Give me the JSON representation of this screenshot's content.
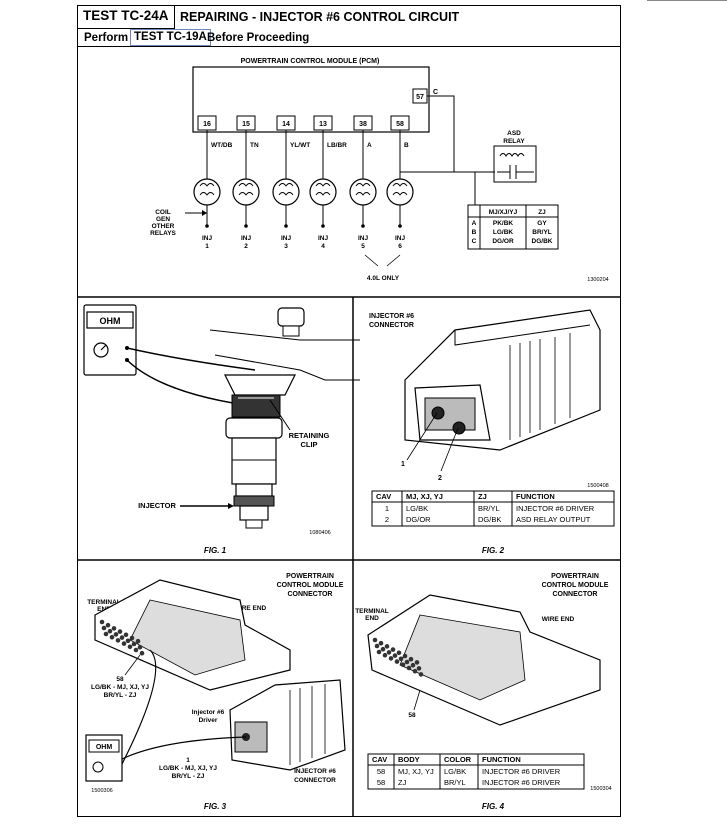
{
  "header": {
    "test_id": "TEST TC-24A",
    "title": "REPAIRING - INJECTOR #6 CONTROL CIRCUIT",
    "perform_prefix": "Perform",
    "perform_link": "TEST TC-19A",
    "perform_suffix": "Before Proceeding"
  },
  "schematic": {
    "pcm_label": "POWERTRAIN CONTROL MODULE (PCM)",
    "pins": [
      "16",
      "15",
      "14",
      "13",
      "38",
      "58"
    ],
    "pin57": "57",
    "pin57_letter": "C",
    "wires": [
      "WT/DB",
      "TN",
      "YL/WT",
      "LB/BR",
      "A",
      "B"
    ],
    "injectors": [
      {
        "name": "INJ",
        "num": "1"
      },
      {
        "name": "INJ",
        "num": "2"
      },
      {
        "name": "INJ",
        "num": "3"
      },
      {
        "name": "INJ",
        "num": "4"
      },
      {
        "name": "INJ",
        "num": "5"
      },
      {
        "name": "INJ",
        "num": "6"
      }
    ],
    "coil_label": [
      "COIL",
      "GEN",
      "OTHER",
      "RELAYS"
    ],
    "dl_only": "4.0L ONLY",
    "asd_relay": [
      "ASD",
      "RELAY"
    ],
    "table": {
      "headers": [
        "MJ/XJ/YJ",
        "ZJ"
      ],
      "rows": [
        {
          "cav": "A",
          "mj": "PK/BK",
          "zj": "GY"
        },
        {
          "cav": "B",
          "mj": "LG/BK",
          "zj": "BR/YL"
        },
        {
          "cav": "C",
          "mj": "DG/OR",
          "zj": "DG/BK"
        }
      ]
    },
    "code": "1300204"
  },
  "fig1": {
    "ohm": "OHM",
    "retaining_clip": [
      "RETAINING",
      "CLIP"
    ],
    "injector": "INJECTOR",
    "code": "1080406",
    "caption": "FIG. 1"
  },
  "fig2": {
    "title": [
      "INJECTOR #6",
      "CONNECTOR"
    ],
    "callouts": [
      "1",
      "2"
    ],
    "code": "1500408",
    "table": {
      "headers": [
        "CAV",
        "MJ, XJ, YJ",
        "ZJ",
        "FUNCTION"
      ],
      "rows": [
        [
          "1",
          "LG/BK",
          "BR/YL",
          "INJECTOR #6 DRIVER"
        ],
        [
          "2",
          "DG/OR",
          "DG/BK",
          "ASD RELAY OUTPUT"
        ]
      ]
    },
    "caption": "FIG. 2"
  },
  "fig3": {
    "title": [
      "POWERTRAIN",
      "CONTROL MODULE",
      "CONNECTOR"
    ],
    "terminal_end": [
      "TERMINAL",
      "END"
    ],
    "wire_end": "WIRE END",
    "pin58": [
      "58",
      "LG/BK - MJ, XJ, YJ",
      "BR/YL - ZJ"
    ],
    "driver": [
      "Injector #6",
      "Driver"
    ],
    "ohm": "OHM",
    "pin1": [
      "1",
      "LG/BK - MJ, XJ, YJ",
      "BR/YL - ZJ"
    ],
    "injector_conn": [
      "INJECTOR #6",
      "CONNECTOR"
    ],
    "code": "1500306",
    "caption": "FIG. 3"
  },
  "fig4": {
    "title": [
      "POWERTRAIN",
      "CONTROL MODULE",
      "CONNECTOR"
    ],
    "terminal_end": [
      "TERMINAL",
      "END"
    ],
    "wire_end": "WIRE END",
    "pin58": "58",
    "table": {
      "headers": [
        "CAV",
        "BODY",
        "COLOR",
        "FUNCTION"
      ],
      "rows": [
        [
          "58",
          "MJ, XJ, YJ",
          "LG/BK",
          "INJECTOR #6 DRIVER"
        ],
        [
          "58",
          "ZJ",
          "BR/YL",
          "INJECTOR #6 DRIVER"
        ]
      ]
    },
    "code": "1500304",
    "caption": "FIG. 4"
  }
}
